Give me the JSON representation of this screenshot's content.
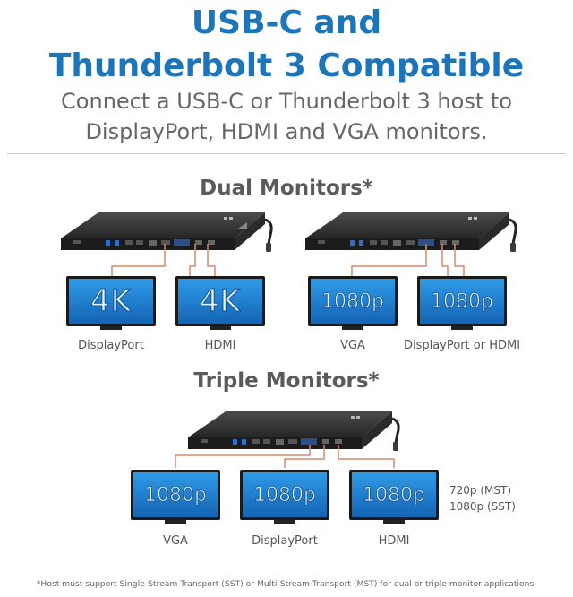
{
  "header": {
    "title_line1": "USB-C and",
    "title_line2": "Thunderbolt 3 Compatible",
    "subtitle_line1": "Connect a USB-C or Thunderbolt 3 host to",
    "subtitle_line2": "DisplayPort, HDMI and VGA monitors."
  },
  "dual": {
    "heading": "Dual Monitors*",
    "left_group": {
      "screens": [
        {
          "text": "4K",
          "label": "DisplayPort"
        },
        {
          "text": "4K",
          "label": "HDMI"
        }
      ]
    },
    "right_group": {
      "screens": [
        {
          "text": "1080p",
          "label": "VGA"
        },
        {
          "text": "1080p",
          "label": "DisplayPort or HDMI"
        }
      ]
    }
  },
  "triple": {
    "heading": "Triple Monitors*",
    "screens": [
      {
        "text": "1080p",
        "label": "VGA"
      },
      {
        "text": "1080p",
        "label": "DisplayPort"
      },
      {
        "text": "1080p",
        "label": "HDMI"
      }
    ],
    "resolution_note_line1": "720p (MST)",
    "resolution_note_line2": "1080p (SST)"
  },
  "footnote": "*Host must support Single-Stream Transport (SST) or Multi-Stream Transport (MST) for dual or triple monitor applications.",
  "colors": {
    "title_blue": "#1a75bb",
    "cable_red": "#d9896b",
    "dock_dark": "#2f2f2f",
    "port_blue": "#2d6fd0"
  },
  "icons": {
    "dock": "docking-station",
    "monitor": "monitor-screen"
  }
}
